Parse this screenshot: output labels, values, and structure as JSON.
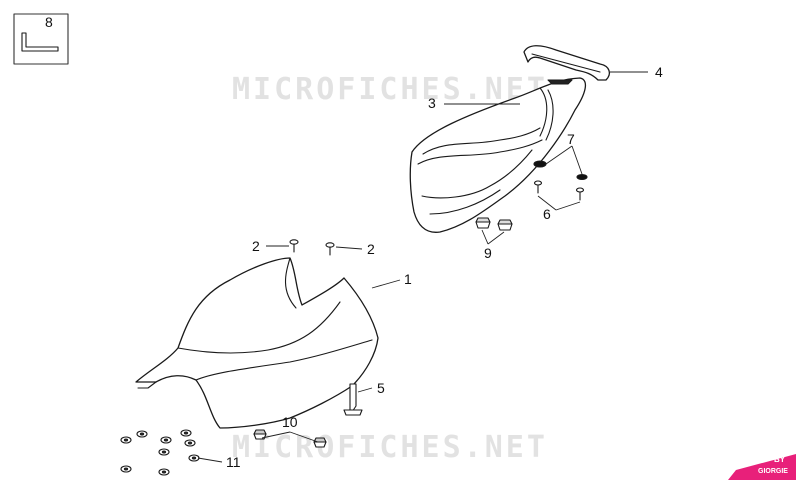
{
  "watermark": {
    "top_text": "MICROFICHES.NET",
    "bottom_text": "MICROFICHES.NET"
  },
  "badge": {
    "line1": "BY",
    "line2": "GIORGIE",
    "color": "#e8207a"
  },
  "tool_box": {
    "label": "8"
  },
  "callouts": {
    "part1": "1",
    "part2_left": "2",
    "part2_right": "2",
    "part3": "3",
    "part4": "4",
    "part5": "5",
    "part6": "6",
    "part7": "7",
    "part9": "9",
    "part10": "10",
    "part11": "11"
  }
}
